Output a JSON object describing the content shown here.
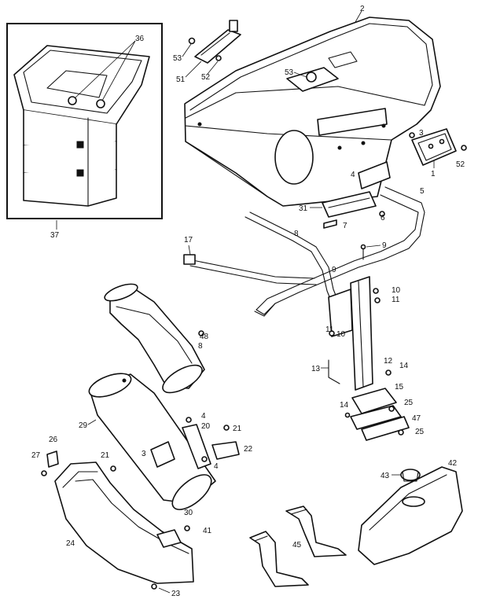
{
  "callouts": {
    "c1": "1",
    "c2": "2",
    "c3": "3",
    "c3b": "3",
    "c4": "4",
    "c4b": "4",
    "c4c": "4",
    "c5": "5",
    "c6": "6",
    "c7": "7",
    "c8": "8",
    "c8b": "8",
    "c9": "9",
    "c9b": "9",
    "c10": "10",
    "c10b": "10",
    "c11": "11",
    "c11b": "11",
    "c12": "12",
    "c13": "13",
    "c14": "14",
    "c14b": "14",
    "c15": "15",
    "c17": "17",
    "c20": "20",
    "c21": "21",
    "c21b": "21",
    "c22": "22",
    "c23": "23",
    "c24": "24",
    "c25": "25",
    "c25b": "25",
    "c26": "26",
    "c27": "27",
    "c29": "29",
    "c30": "30",
    "c31": "31",
    "c36": "36",
    "c37": "37",
    "c41": "41",
    "c42": "42",
    "c43": "43",
    "c45": "45",
    "c47": "47",
    "c48": "48",
    "c51": "51",
    "c52": "52",
    "c52b": "52",
    "c53": "53",
    "c53b": "53"
  }
}
